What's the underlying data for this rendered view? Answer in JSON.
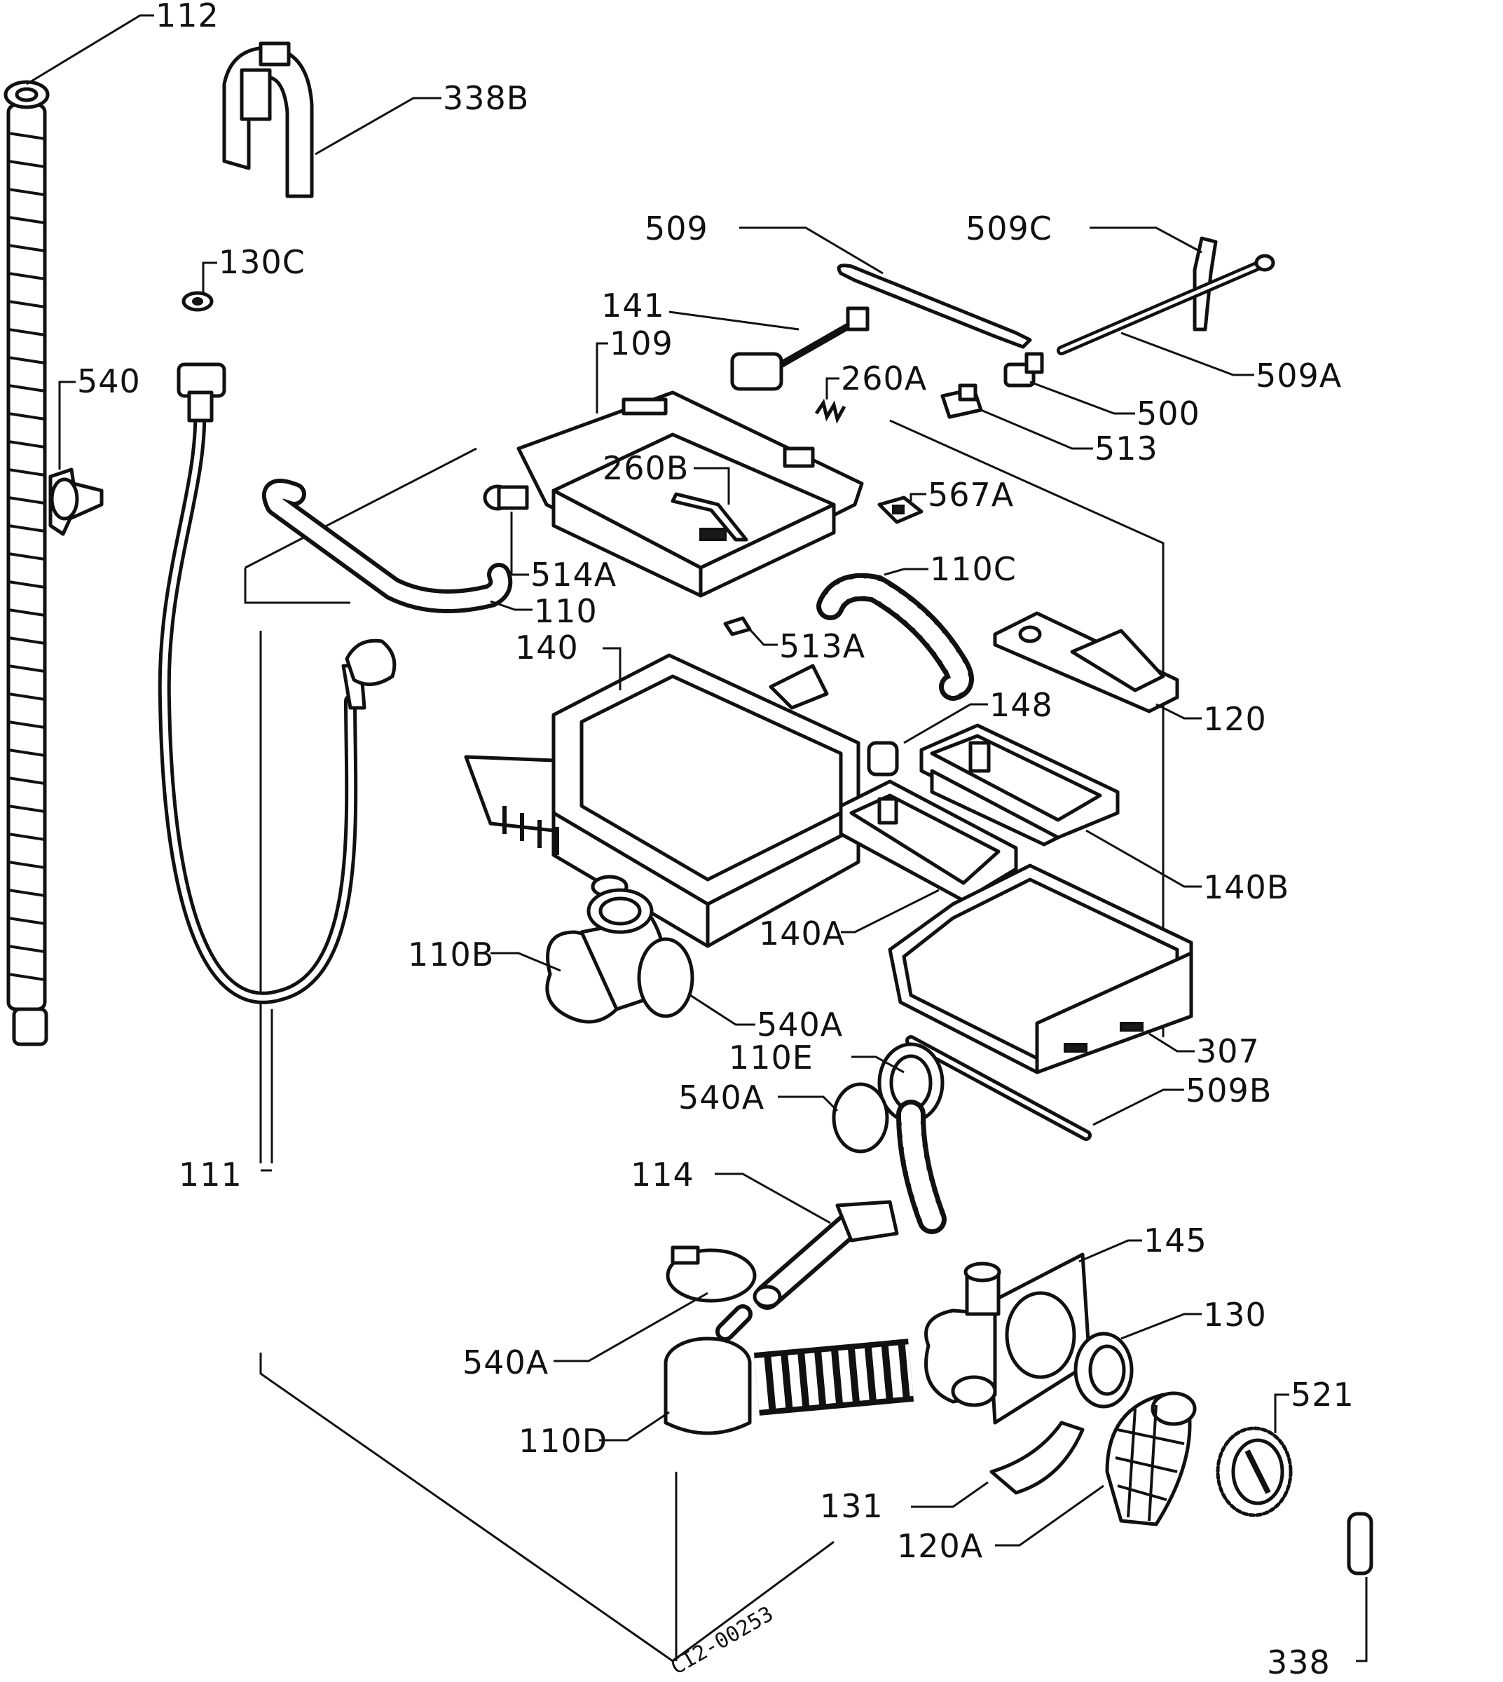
{
  "labels": {
    "l112": "112",
    "l338b": "338B",
    "l130c": "130C",
    "l540": "540",
    "l509": "509",
    "l509c": "509C",
    "l141": "141",
    "l109": "109",
    "l260a": "260A",
    "l509a": "509A",
    "l500": "500",
    "l513": "513",
    "l260b": "260B",
    "l567a": "567A",
    "l514a": "514A",
    "l110c": "110C",
    "l110": "110",
    "l140": "140",
    "l513a": "513A",
    "l148": "148",
    "l120": "120",
    "l140b": "140B",
    "l140a": "140A",
    "l110b": "110B",
    "l540a_1": "540A",
    "l307": "307",
    "l110e": "110E",
    "l540a_2": "540A",
    "l509b": "509B",
    "l111": "111",
    "l114": "114",
    "l145": "145",
    "l130": "130",
    "l540a_3": "540A",
    "l521": "521",
    "l110d": "110D",
    "l131": "131",
    "l120a": "120A",
    "l338": "338"
  },
  "drawing_code": "CI2-00253"
}
